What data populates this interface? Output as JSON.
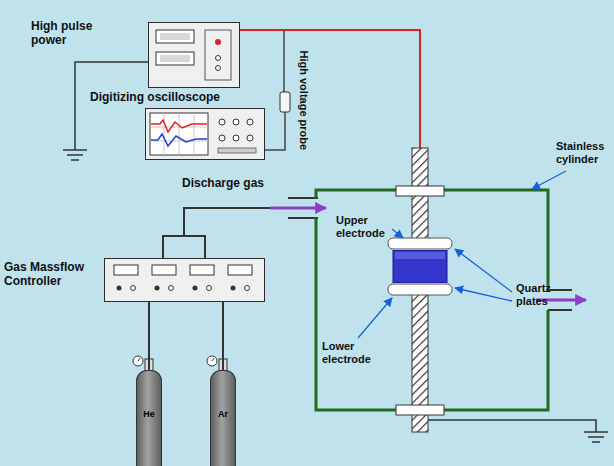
{
  "diagram": {
    "nodes": [
      {
        "text": [
          "High pulse power"
        ]
      },
      {
        "text": [
          "Digitizing oscilloscope"
        ]
      },
      {
        "text": [
          "Gas Massflow Controller"
        ]
      },
      {
        "text": [
          "He"
        ]
      },
      {
        "text": [
          "Ar"
        ]
      }
    ],
    "edges": [
      {
        "from": 3,
        "to": 2,
        "arrow": "none"
      },
      {
        "from": 4,
        "to": 2,
        "arrow": "none"
      }
    ],
    "labels": [
      "High voltage probe",
      "Discharge gas",
      "Stainless cylinder",
      "Upper electrode",
      "Quartz plates",
      "Lower electrode"
    ]
  }
}
